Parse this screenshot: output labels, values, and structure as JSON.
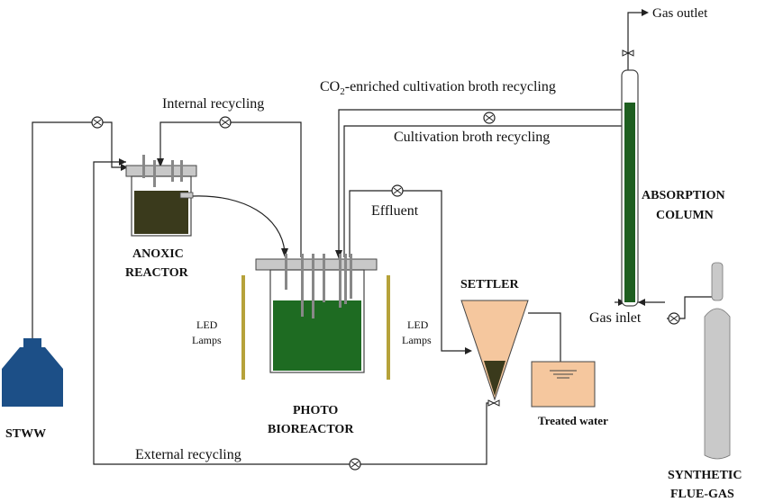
{
  "labels": {
    "gas_outlet": "Gas outlet",
    "co2_recycle_prefix": "CO",
    "co2_recycle_sub": "2",
    "co2_recycle_suffix": "-enriched cultivation broth recycling",
    "internal_recycling": "Internal recycling",
    "cultivation_broth_recycling": "Cultivation broth recycling",
    "effluent": "Effluent",
    "absorption": "ABSORPTION",
    "column": "COLUMN",
    "anoxic": "ANOXIC",
    "reactor": "REACTOR",
    "settler": "SETTLER",
    "led_lamps_left_1": "LED",
    "led_lamps_left_2": "Lamps",
    "led_lamps_right_1": "LED",
    "led_lamps_right_2": "Lamps",
    "gas_inlet": "Gas inlet",
    "photo": "PHOTO",
    "bioreactor": "BIOREACTOR",
    "treated_water": "Treated water",
    "stww": "STWW",
    "external_recycling": "External recycling",
    "synthetic": "SYNTHETIC",
    "flue_gas": "FLUE-GAS"
  },
  "colors": {
    "reactor_liquid": "#3a3a1c",
    "pbr_liquid": "#1e6b22",
    "column_liquid": "#1d5e1f",
    "settler_cone": "#f5c79e",
    "sludge": "#3a3a1c",
    "treated_water": "#f5c79e",
    "stww_tank": "#1c4f87",
    "gas_cylinder": "#c9c9c9",
    "led": "#b6a23a",
    "lid": "#c8c8c8"
  }
}
